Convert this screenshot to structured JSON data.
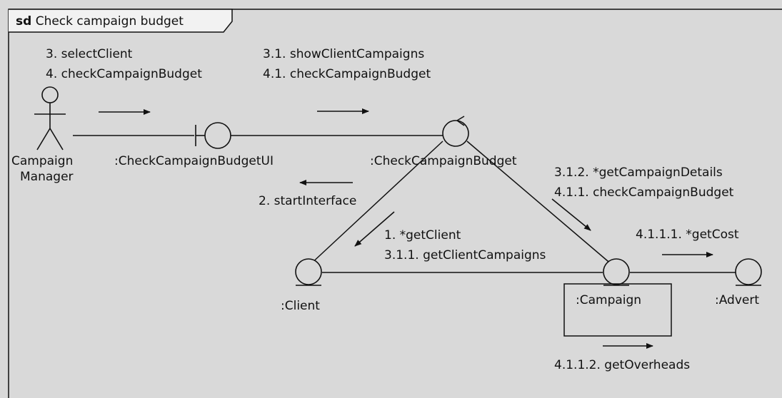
{
  "frame": {
    "keyword": "sd",
    "name": "Check campaign budget"
  },
  "actor": {
    "name_line1": "Campaign",
    "name_line2": "Manager"
  },
  "objects": {
    "boundary": ":CheckCampaignBudgetUI",
    "control": ":CheckCampaignBudget",
    "client": ":Client",
    "campaign": ":Campaign",
    "advert": ":Advert"
  },
  "messages": {
    "actor_to_ui_1": "3. selectClient",
    "actor_to_ui_2": "4. checkCampaignBudget",
    "ui_to_control_1": "3.1. showClientCampaigns",
    "ui_to_control_2": "4.1. checkCampaignBudget",
    "control_to_ui": "2. startInterface",
    "control_to_client_1": "1. *getClient",
    "control_to_client_2": "3.1.1. getClientCampaigns",
    "control_to_campaign_1": "3.1.2. *getCampaignDetails",
    "control_to_campaign_2": "4.1.1. checkCampaignBudget",
    "campaign_to_advert": "4.1.1.1. *getCost",
    "campaign_self": "4.1.1.2. getOverheads"
  },
  "colors": {
    "background": "#d9d9d9",
    "ink": "#111111",
    "frame_tab": "#f2f2f2"
  }
}
